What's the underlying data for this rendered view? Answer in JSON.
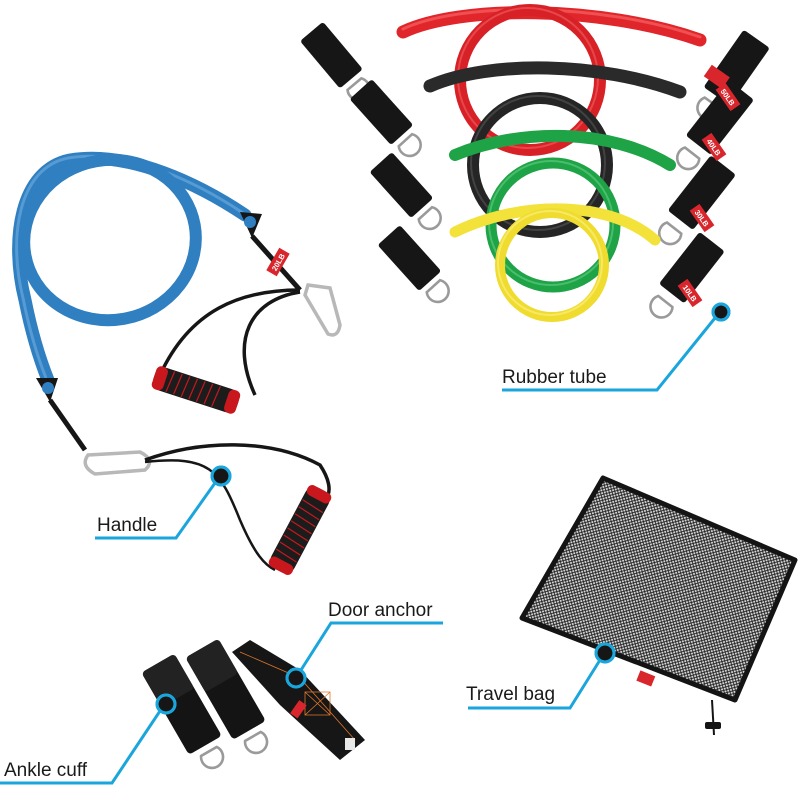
{
  "product": {
    "callouts": [
      {
        "id": "rubber-tube",
        "label": "Rubber tube"
      },
      {
        "id": "handle",
        "label": "Handle"
      },
      {
        "id": "door-anchor",
        "label": "Door anchor"
      },
      {
        "id": "ankle-cuff",
        "label": "Ankle cuff"
      },
      {
        "id": "travel-bag",
        "label": "Travel bag"
      }
    ],
    "bands": [
      {
        "color": "red",
        "hex": "#e0262b",
        "weight_tag": "50LB"
      },
      {
        "color": "black",
        "hex": "#2a2a2a",
        "weight_tag": "40LB"
      },
      {
        "color": "green",
        "hex": "#1fa347",
        "weight_tag": "30LB"
      },
      {
        "color": "blue",
        "hex": "#2f7fc1",
        "weight_tag": "20LB"
      },
      {
        "color": "yellow",
        "hex": "#f2e23a",
        "weight_tag": "10LB"
      }
    ],
    "colors": {
      "callout_line": "#1aa6dc",
      "tag_red": "#d8262c",
      "strap_black": "#161616",
      "ring_metal": "#a9a9a9"
    }
  }
}
